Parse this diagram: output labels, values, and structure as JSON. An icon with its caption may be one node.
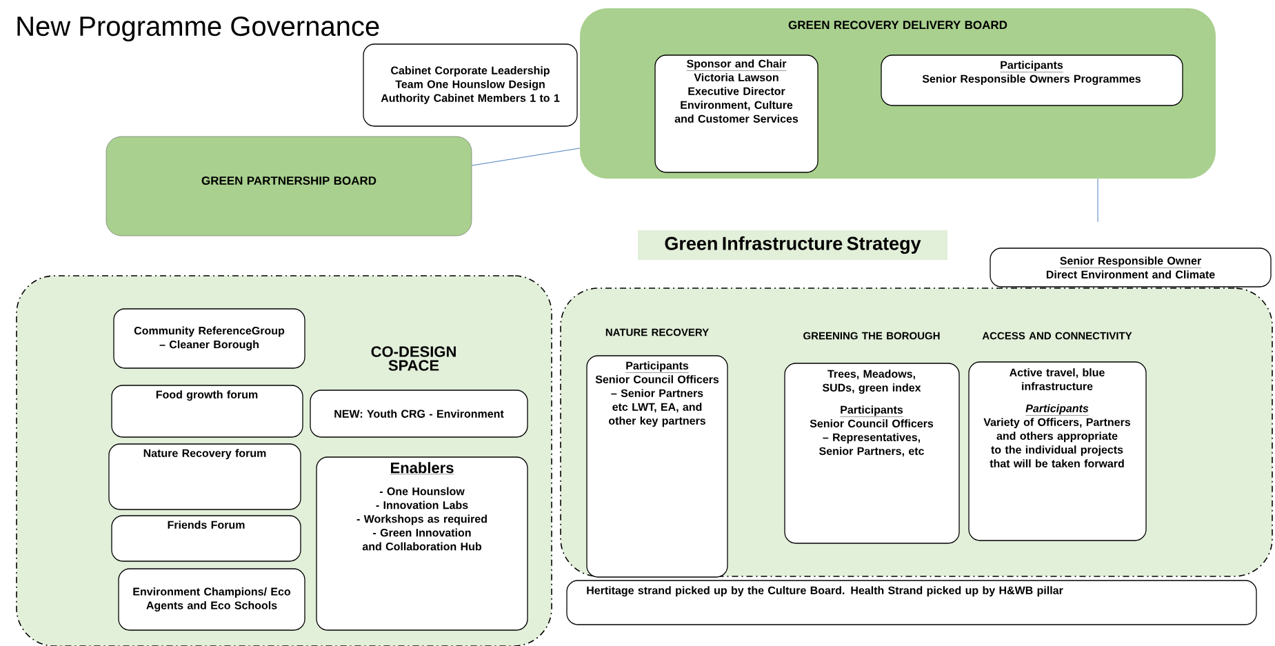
{
  "diagram": {
    "title": "New Programme Governance",
    "nodes": [
      {
        "text": [
          "GREEN RECOVERY DELIVERY BOARD"
        ]
      },
      {
        "text": [
          "Sponsor and Chair",
          "Victoria Lawson Executive Director Environment, Culture and Customer Services"
        ],
        "in": 0
      },
      {
        "text": [
          "Participants",
          "Senior Responsible Owners Programmes"
        ],
        "in": 0
      },
      {
        "text": [
          "Cabinet Corporate Leadership Team One Hounslow Design Authority Cabinet Members 1 to 1"
        ]
      },
      {
        "text": [
          "GREEN PARTNERSHIP BOARD"
        ]
      },
      {
        "text": [
          "Green Infrastructure Strategy"
        ]
      },
      {
        "text": [
          "Senior Responsible Owner",
          "Direct Environment and Climate"
        ]
      },
      {
        "text": [
          "CO-DESIGN SPACE"
        ]
      },
      {
        "text": [],
        "shape": "box"
      },
      {
        "text": [
          "Community ReferenceGroup – Cleaner Borough"
        ],
        "in": 7
      },
      {
        "text": [
          "Food growth forum"
        ],
        "in": 7
      },
      {
        "text": [
          "Nature Recovery forum"
        ],
        "in": 7
      },
      {
        "text": [
          "Friends Forum"
        ],
        "in": 7
      },
      {
        "text": [
          "Environment Champions/ Eco Agents and Eco Schools"
        ],
        "in": 7
      },
      {
        "text": [
          "NEW: Youth CRG - Environment"
        ],
        "in": 7
      },
      {
        "text": [
          "Enablers",
          "- One Hounslow",
          "- Innovation Labs",
          "- Workshops as required",
          "- Green Innovation and Collaboration Hub"
        ],
        "in": 7
      },
      {
        "text": [
          "NATURE RECOVERY",
          "Participants",
          "Senior Council Officers – Senior Partners etc LWT, EA, and other key partners"
        ],
        "in": 8
      },
      {
        "text": [
          "GREENING THE BOROUGH",
          "Trees, Meadows, SUDs, green index",
          "Participants",
          "Senior Council Officers – Representatives, Senior Partners, etc"
        ],
        "in": 8
      },
      {
        "text": [
          "ACCESS AND CONNECTIVITY",
          "Active travel, blue infrastructure",
          "Participants",
          "Variety of Officers, Partners and others appropriate to the individual projects that will be taken forward"
        ],
        "in": 8
      },
      {
        "text": [
          "Hertitage strand picked up by the Culture Board. Health Strand picked up by H&WB pillar"
        ]
      }
    ],
    "edges": [
      {
        "from": 4,
        "to": 0,
        "arrow": "none"
      },
      {
        "from": 0,
        "to": null,
        "arrow": "none"
      }
    ]
  }
}
